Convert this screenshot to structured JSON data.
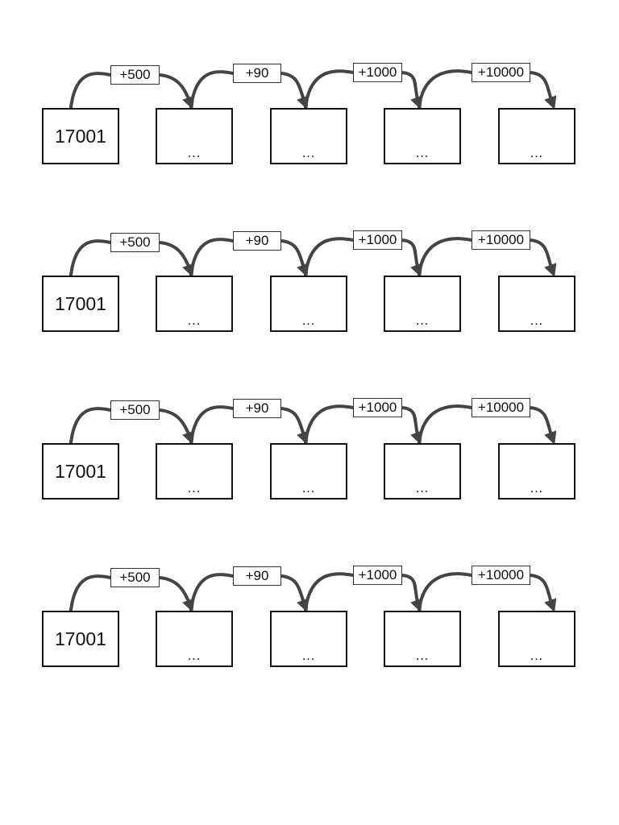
{
  "rows": [
    {
      "start": "17001",
      "steps": [
        "+500",
        "+90",
        "+1000",
        "+10000"
      ],
      "blanks": [
        "…",
        "…",
        "…",
        "…"
      ]
    },
    {
      "start": "17001",
      "steps": [
        "+500",
        "+90",
        "+1000",
        "+10000"
      ],
      "blanks": [
        "…",
        "…",
        "…",
        "…"
      ]
    },
    {
      "start": "17001",
      "steps": [
        "+500",
        "+90",
        "+1000",
        "+10000"
      ],
      "blanks": [
        "…",
        "…",
        "…",
        "…"
      ]
    },
    {
      "start": "17001",
      "steps": [
        "+500",
        "+90",
        "+1000",
        "+10000"
      ],
      "blanks": [
        "…",
        "…",
        "…",
        "…"
      ]
    }
  ],
  "colors": {
    "ink": "#111111",
    "arrow": "#444444",
    "paper": "#ffffff"
  }
}
